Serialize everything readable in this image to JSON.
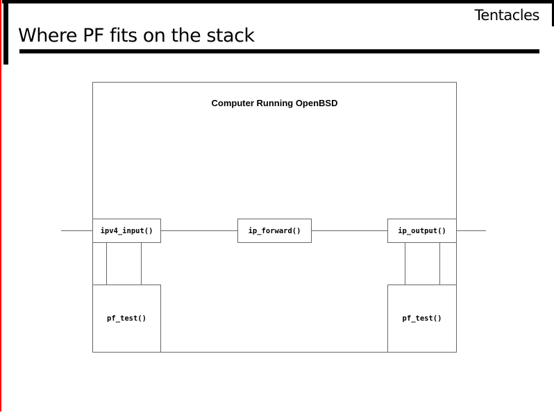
{
  "slide": {
    "brand": "Tentacles",
    "title": "Where PF fits on the stack"
  },
  "diagram": {
    "container_label": "Computer Running OpenBSD",
    "stack_functions": [
      {
        "label": "ipv4_input()"
      },
      {
        "label": "ip_forward()"
      },
      {
        "label": "ip_output()"
      }
    ],
    "pf_functions": [
      {
        "label": "pf_test()"
      },
      {
        "label": "pf_test()"
      }
    ]
  },
  "colors": {
    "edge_accent": "#ff0000",
    "frame_bars": "#000000",
    "diagram_lines": "#666666",
    "background": "#ffffff"
  }
}
